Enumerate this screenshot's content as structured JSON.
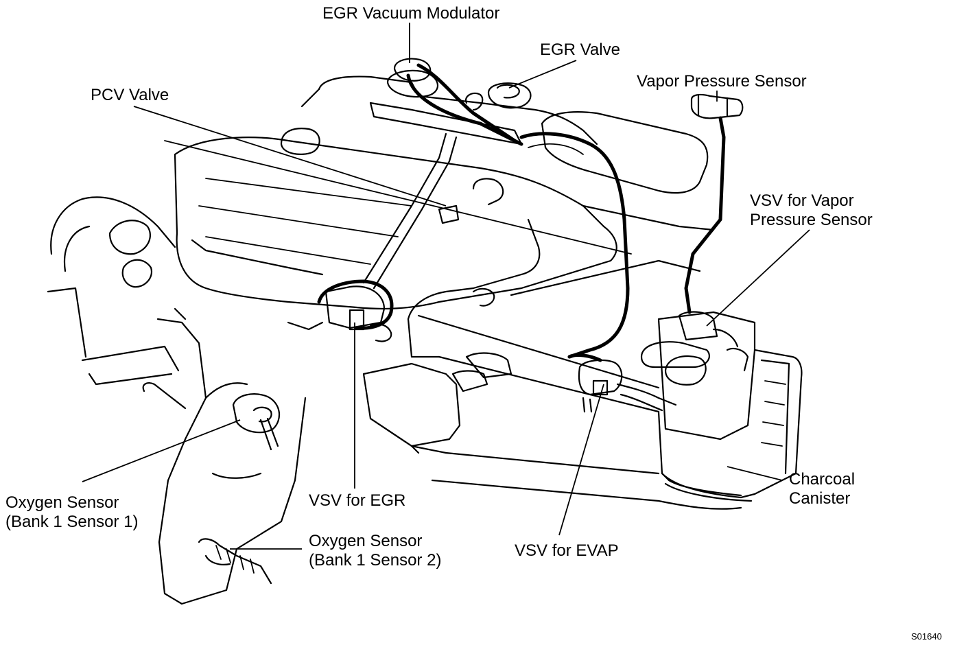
{
  "labels": {
    "egr_vacuum_modulator": "EGR Vacuum Modulator",
    "egr_valve": "EGR Valve",
    "pcv_valve": "PCV Valve",
    "vapor_pressure_sensor": "Vapor Pressure Sensor",
    "vsv_vapor_line1": "VSV for Vapor",
    "vsv_vapor_line2": "Pressure Sensor",
    "oxygen_sensor_1_line1": "Oxygen Sensor",
    "oxygen_sensor_1_line2": "(Bank 1 Sensor 1)",
    "vsv_egr": "VSV for EGR",
    "oxygen_sensor_2_line1": "Oxygen Sensor",
    "oxygen_sensor_2_line2": "(Bank 1 Sensor 2)",
    "vsv_evap": "VSV for EVAP",
    "charcoal_line1": "Charcoal",
    "charcoal_line2": "Canister"
  },
  "figure_code": "S01640"
}
